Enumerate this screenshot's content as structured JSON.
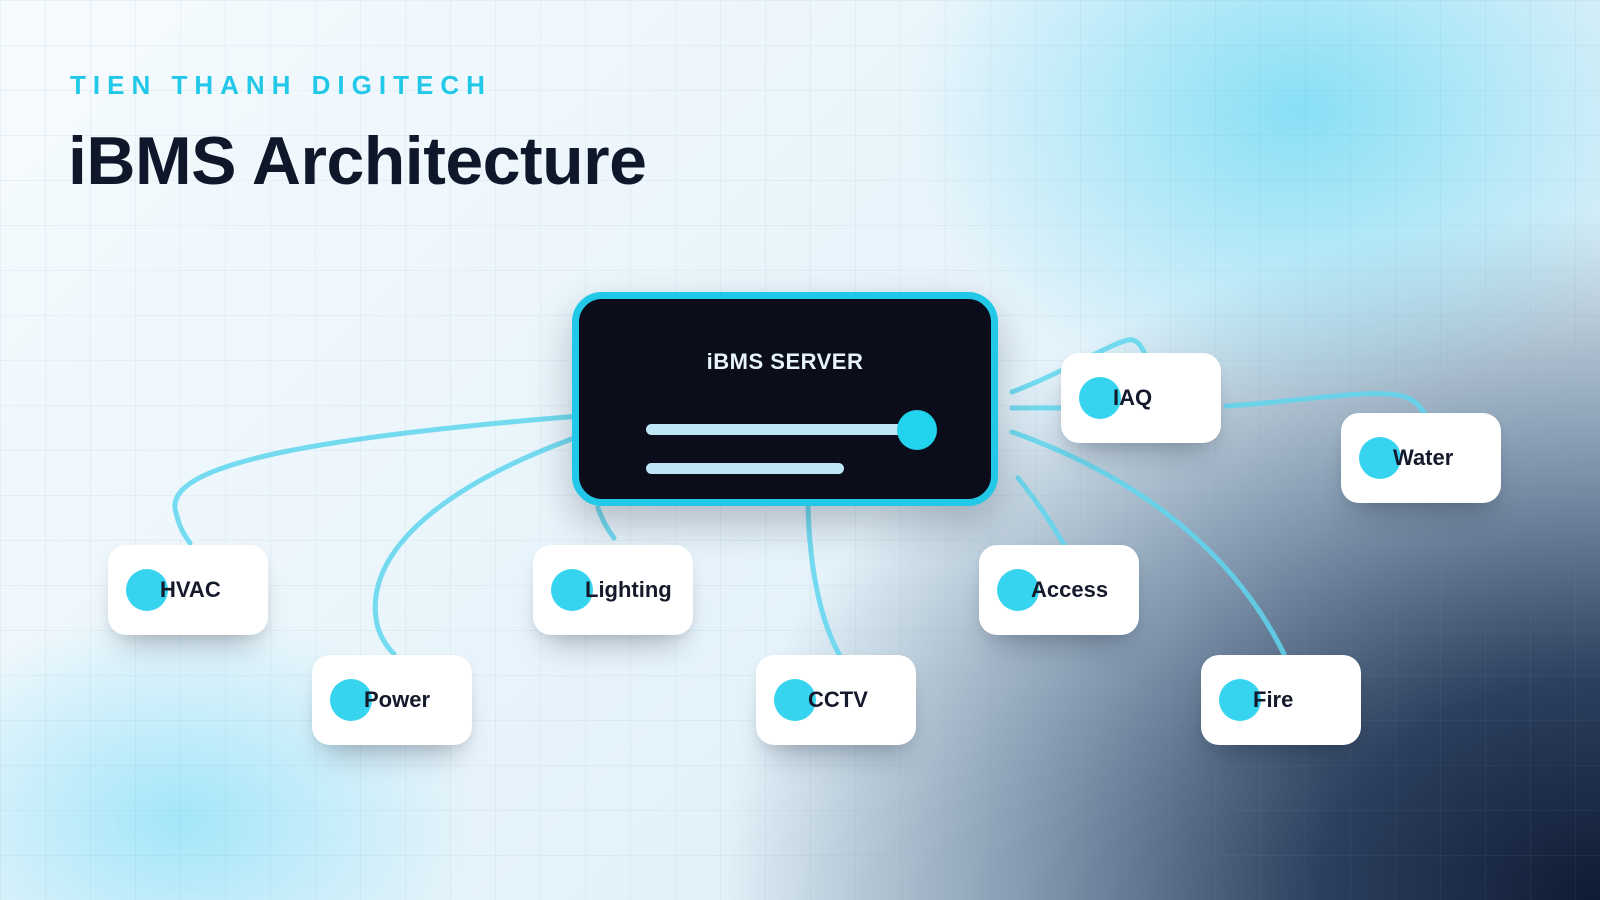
{
  "header": {
    "brand": "TIEN THANH DIGITECH",
    "title": "iBMS Architecture"
  },
  "server": {
    "label": "iBMS SERVER"
  },
  "nodes": [
    {
      "key": "hvac",
      "label": "HVAC"
    },
    {
      "key": "power",
      "label": "Power"
    },
    {
      "key": "lighting",
      "label": "Lighting"
    },
    {
      "key": "cctv",
      "label": "CCTV"
    },
    {
      "key": "access",
      "label": "Access"
    },
    {
      "key": "fire",
      "label": "Fire"
    },
    {
      "key": "iaq",
      "label": "IAQ"
    },
    {
      "key": "water",
      "label": "Water"
    }
  ],
  "colors": {
    "accent": "#22d3ee",
    "node_dot": "#36d4ef",
    "server_bg": "#0b0d1b",
    "title_text": "#0f172a",
    "link_line": "#5fd6ee"
  }
}
